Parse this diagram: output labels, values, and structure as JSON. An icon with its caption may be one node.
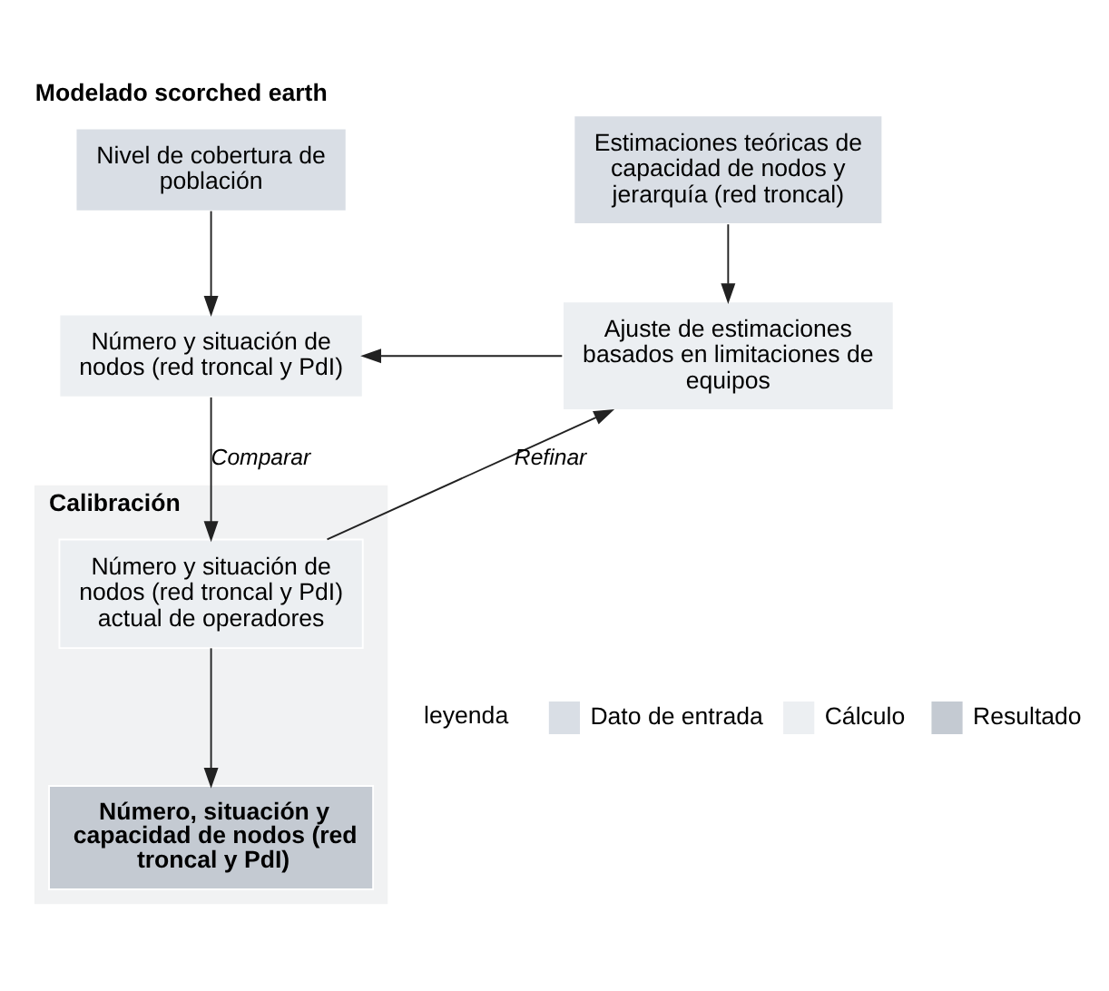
{
  "diagram": {
    "title": "Modelado scorched earth",
    "nodes": [
      {
        "text": [
          "Nivel de cobertura de población"
        ]
      },
      {
        "text": [
          "Estimaciones teóricas de capacidad de nodos y jerarquía (red troncal)"
        ]
      },
      {
        "text": [
          "Número y situación de nodos (red troncal y PdI)"
        ]
      },
      {
        "text": [
          "Ajuste de estimaciones basados en limitaciones de equipos"
        ]
      },
      {
        "text": [
          "Calibración"
        ]
      },
      {
        "text": [
          "Número y situación de nodos (red troncal y PdI) actual de operadores"
        ],
        "in": 4
      },
      {
        "text": [
          "Número, situación y capacidad de nodos (red troncal y PdI)"
        ],
        "in": 4
      }
    ],
    "edges": [
      {
        "from": 0,
        "to": 2,
        "arrow": "to"
      },
      {
        "from": 1,
        "to": 3,
        "arrow": "to"
      },
      {
        "from": 3,
        "to": 2,
        "arrow": "to"
      },
      {
        "from": 2,
        "to": 5,
        "arrow": "to",
        "label": "Comparar"
      },
      {
        "from": 5,
        "to": 3,
        "arrow": "to",
        "label": "Refinar"
      },
      {
        "from": 5,
        "to": 6,
        "arrow": "to"
      }
    ],
    "labels": [
      "leyenda"
    ],
    "legend": [
      {
        "text": "Dato de entrada",
        "color": "#d9dee5"
      },
      {
        "text": "Cálculo",
        "color": "#eceff2"
      },
      {
        "text": "Resultado",
        "color": "#c4cad2"
      }
    ]
  }
}
